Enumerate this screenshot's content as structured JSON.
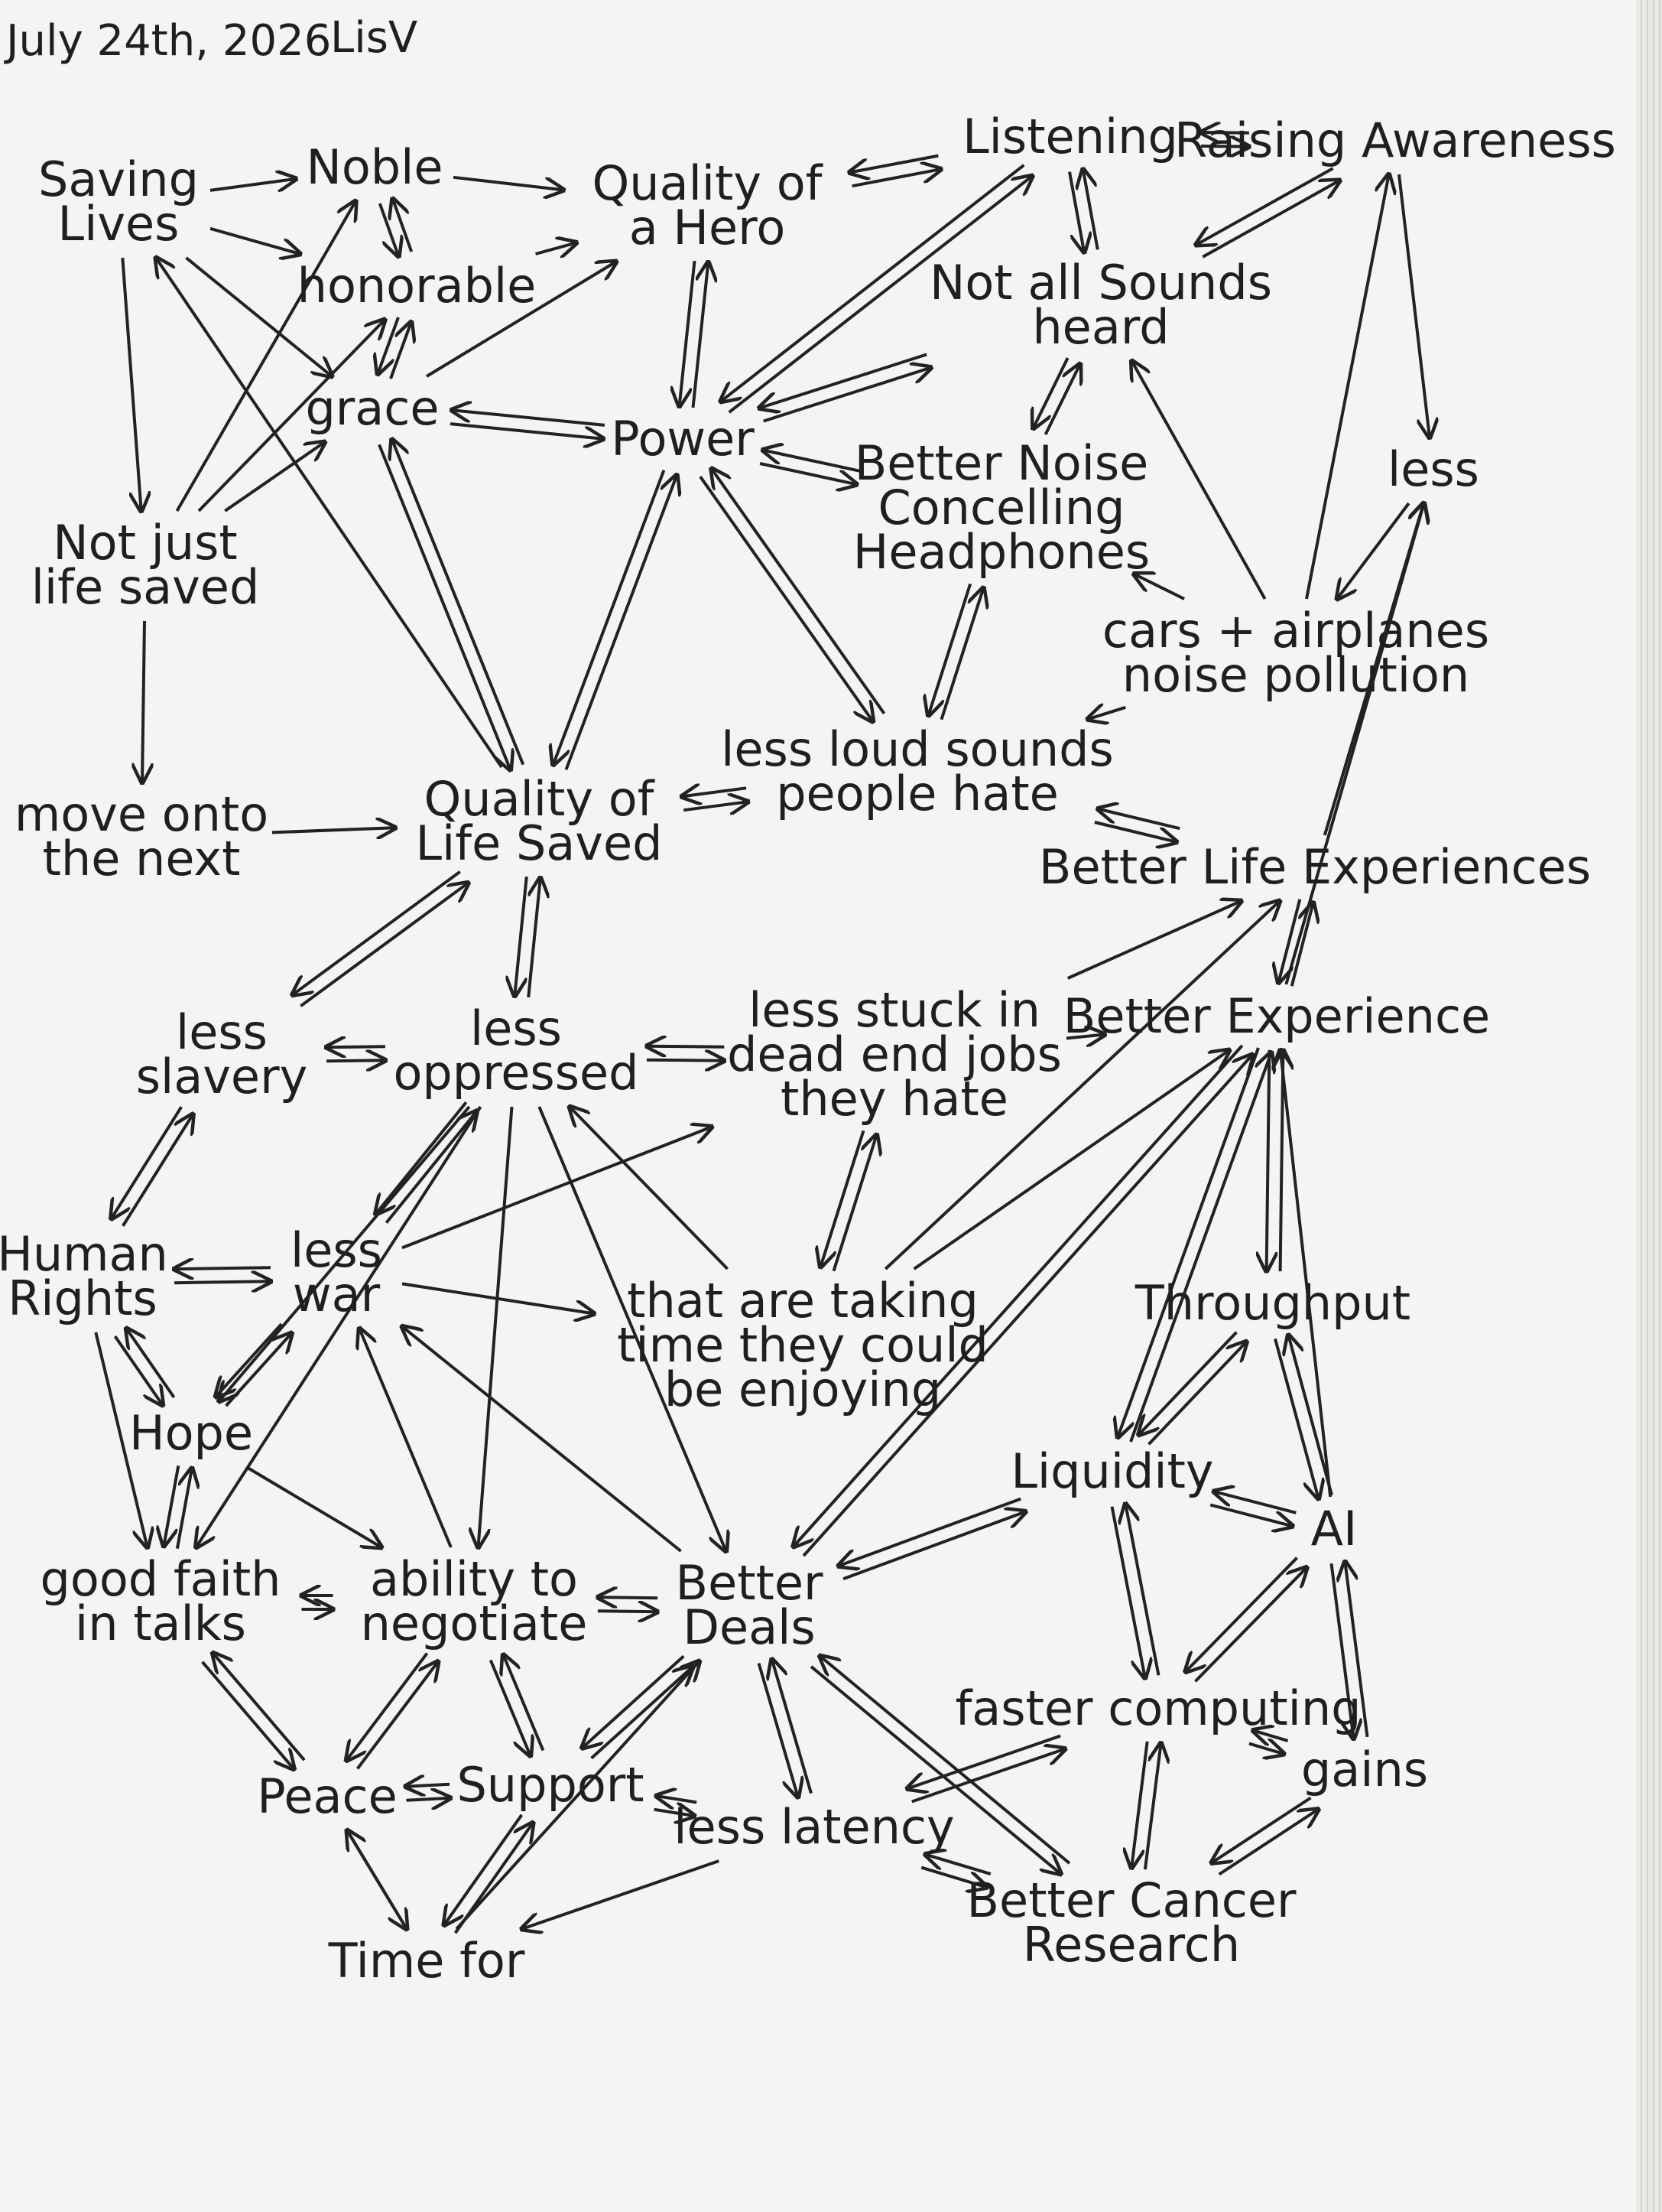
{
  "header": {
    "date": "July 24th, 2026",
    "author": "LisV"
  },
  "nodes": [
    {
      "id": "saving_lives",
      "lines": [
        "Saving",
        "Lives"
      ]
    },
    {
      "id": "noble",
      "lines": [
        "Noble"
      ]
    },
    {
      "id": "honorable",
      "lines": [
        "honorable"
      ]
    },
    {
      "id": "grace",
      "lines": [
        "grace"
      ]
    },
    {
      "id": "not_just",
      "lines": [
        "Not just",
        "life saved"
      ]
    },
    {
      "id": "quality_hero",
      "lines": [
        "Quality of",
        "a Hero"
      ]
    },
    {
      "id": "power",
      "lines": [
        "Power"
      ]
    },
    {
      "id": "listening",
      "lines": [
        "Listening"
      ]
    },
    {
      "id": "raising_awareness",
      "lines": [
        "Raising Awareness"
      ]
    },
    {
      "id": "not_all_sounds",
      "lines": [
        "Not all Sounds",
        "heard"
      ]
    },
    {
      "id": "better_noise",
      "lines": [
        "Better Noise",
        "Concelling",
        "Headphones"
      ]
    },
    {
      "id": "less_r",
      "lines": [
        "less"
      ]
    },
    {
      "id": "cars",
      "lines": [
        "cars + airplanes",
        "noise pollution"
      ]
    },
    {
      "id": "less_loud",
      "lines": [
        "less loud sounds",
        "people hate"
      ]
    },
    {
      "id": "move_onto",
      "lines": [
        "move onto",
        "the next"
      ]
    },
    {
      "id": "quality_life",
      "lines": [
        "Quality of",
        "Life Saved"
      ]
    },
    {
      "id": "better_life_exp",
      "lines": [
        "Better Life Experiences"
      ]
    },
    {
      "id": "less_slavery",
      "lines": [
        "less",
        "slavery"
      ]
    },
    {
      "id": "less_oppressed",
      "lines": [
        "less",
        "oppressed"
      ]
    },
    {
      "id": "less_stuck",
      "lines": [
        "less stuck in",
        "dead end jobs",
        "they hate"
      ]
    },
    {
      "id": "better_exp",
      "lines": [
        "Better Experience"
      ]
    },
    {
      "id": "human_rights",
      "lines": [
        "Human",
        "Rights"
      ]
    },
    {
      "id": "less_war",
      "lines": [
        "less",
        "war"
      ]
    },
    {
      "id": "taking_time",
      "lines": [
        "that are taking",
        "time they could",
        "be enjoying"
      ]
    },
    {
      "id": "throughput",
      "lines": [
        "Throughput"
      ]
    },
    {
      "id": "hope",
      "lines": [
        "Hope"
      ]
    },
    {
      "id": "liquidity",
      "lines": [
        "Liquidity"
      ]
    },
    {
      "id": "ai",
      "lines": [
        "AI"
      ]
    },
    {
      "id": "good_faith",
      "lines": [
        "good faith",
        "in talks"
      ]
    },
    {
      "id": "ability",
      "lines": [
        "ability to",
        "negotiate"
      ]
    },
    {
      "id": "better_deals",
      "lines": [
        "Better",
        "Deals"
      ]
    },
    {
      "id": "faster",
      "lines": [
        "faster computing"
      ]
    },
    {
      "id": "peace",
      "lines": [
        "Peace"
      ]
    },
    {
      "id": "support",
      "lines": [
        "Support"
      ]
    },
    {
      "id": "less_latency",
      "lines": [
        "less latency"
      ]
    },
    {
      "id": "gains",
      "lines": [
        "gains"
      ]
    },
    {
      "id": "better_cancer",
      "lines": [
        "Better Cancer",
        "Research"
      ]
    },
    {
      "id": "time_for",
      "lines": [
        "Time for"
      ]
    }
  ],
  "edges": [
    [
      "saving_lives",
      "noble",
      1
    ],
    [
      "noble",
      "honorable",
      2
    ],
    [
      "honorable",
      "grace",
      2
    ],
    [
      "saving_lives",
      "honorable",
      1
    ],
    [
      "saving_lives",
      "grace",
      1
    ],
    [
      "saving_lives",
      "not_just",
      1
    ],
    [
      "not_just",
      "noble",
      1
    ],
    [
      "not_just",
      "honorable",
      1
    ],
    [
      "not_just",
      "grace",
      1
    ],
    [
      "noble",
      "quality_hero",
      1
    ],
    [
      "honorable",
      "quality_hero",
      1
    ],
    [
      "grace",
      "quality_hero",
      1
    ],
    [
      "quality_hero",
      "listening",
      2
    ],
    [
      "quality_hero",
      "power",
      2
    ],
    [
      "grace",
      "power",
      2
    ],
    [
      "grace",
      "quality_life",
      2
    ],
    [
      "quality_life",
      "saving_lives",
      1
    ],
    [
      "listening",
      "raising_awareness",
      2
    ],
    [
      "listening",
      "not_all_sounds",
      2
    ],
    [
      "raising_awareness",
      "not_all_sounds",
      2
    ],
    [
      "raising_awareness",
      "less_r",
      1
    ],
    [
      "power",
      "listening",
      2
    ],
    [
      "power",
      "not_all_sounds",
      2
    ],
    [
      "not_all_sounds",
      "better_noise",
      2
    ],
    [
      "power",
      "better_noise",
      2
    ],
    [
      "power",
      "quality_life",
      2
    ],
    [
      "power",
      "less_loud",
      2
    ],
    [
      "less_r",
      "cars",
      1
    ],
    [
      "cars",
      "better_noise",
      1
    ],
    [
      "cars",
      "not_all_sounds",
      1
    ],
    [
      "cars",
      "raising_awareness",
      1
    ],
    [
      "cars",
      "less_loud",
      1
    ],
    [
      "less_loud",
      "better_noise",
      2
    ],
    [
      "move_onto",
      "quality_life",
      1
    ],
    [
      "not_just",
      "move_onto",
      1
    ],
    [
      "quality_life",
      "less_loud",
      2
    ],
    [
      "less_loud",
      "better_life_exp",
      2
    ],
    [
      "better_life_exp",
      "less_r",
      1
    ],
    [
      "quality_life",
      "less_slavery",
      2
    ],
    [
      "quality_life",
      "less_oppressed",
      2
    ],
    [
      "less_slavery",
      "less_oppressed",
      2
    ],
    [
      "less_oppressed",
      "less_stuck",
      2
    ],
    [
      "less_stuck",
      "better_life_exp",
      1
    ],
    [
      "less_stuck",
      "better_exp",
      1
    ],
    [
      "better_life_exp",
      "better_exp",
      2
    ],
    [
      "better_exp",
      "less_r",
      1
    ],
    [
      "human_rights",
      "less_slavery",
      2
    ],
    [
      "human_rights",
      "less_war",
      2
    ],
    [
      "less_oppressed",
      "less_war",
      2
    ],
    [
      "less_war",
      "less_stuck",
      1
    ],
    [
      "less_war",
      "taking_time",
      1
    ],
    [
      "taking_time",
      "less_stuck",
      2
    ],
    [
      "taking_time",
      "less_oppressed",
      1
    ],
    [
      "taking_time",
      "better_life_exp",
      1
    ],
    [
      "taking_time",
      "better_exp",
      1
    ],
    [
      "better_exp",
      "throughput",
      2
    ],
    [
      "better_exp",
      "liquidity",
      2
    ],
    [
      "better_exp",
      "better_deals",
      2
    ],
    [
      "throughput",
      "liquidity",
      2
    ],
    [
      "throughput",
      "ai",
      2
    ],
    [
      "liquidity",
      "ai",
      2
    ],
    [
      "ai",
      "better_exp",
      1
    ],
    [
      "human_rights",
      "hope",
      2
    ],
    [
      "human_rights",
      "good_faith",
      1
    ],
    [
      "hope",
      "less_war",
      2
    ],
    [
      "hope",
      "good_faith",
      2
    ],
    [
      "hope",
      "ability",
      1
    ],
    [
      "less_oppressed",
      "hope",
      1
    ],
    [
      "less_oppressed",
      "good_faith",
      1
    ],
    [
      "less_oppressed",
      "ability",
      1
    ],
    [
      "less_oppressed",
      "better_deals",
      1
    ],
    [
      "ability",
      "less_war",
      1
    ],
    [
      "better_deals",
      "less_war",
      1
    ],
    [
      "good_faith",
      "ability",
      2
    ],
    [
      "ability",
      "better_deals",
      2
    ],
    [
      "better_deals",
      "liquidity",
      2
    ],
    [
      "liquidity",
      "faster",
      2
    ],
    [
      "ai",
      "faster",
      2
    ],
    [
      "ai",
      "gains",
      2
    ],
    [
      "faster",
      "gains",
      2
    ],
    [
      "faster",
      "better_cancer",
      2
    ],
    [
      "faster",
      "less_latency",
      2
    ],
    [
      "good_faith",
      "peace",
      2
    ],
    [
      "ability",
      "peace",
      2
    ],
    [
      "ability",
      "support",
      2
    ],
    [
      "better_deals",
      "support",
      2
    ],
    [
      "better_deals",
      "less_latency",
      2
    ],
    [
      "better_deals",
      "better_cancer",
      2
    ],
    [
      "peace",
      "support",
      2
    ],
    [
      "support",
      "less_latency",
      2
    ],
    [
      "less_latency",
      "better_cancer",
      2
    ],
    [
      "gains",
      "better_cancer",
      2
    ],
    [
      "peace",
      "time_for",
      1
    ],
    [
      "support",
      "time_for",
      2
    ],
    [
      "time_for",
      "peace",
      1
    ],
    [
      "time_for",
      "better_deals",
      1
    ],
    [
      "less_latency",
      "time_for",
      1
    ]
  ]
}
